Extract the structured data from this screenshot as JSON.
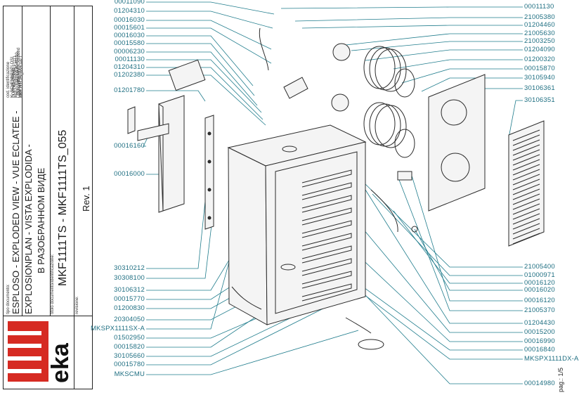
{
  "title_block": {
    "doc_type_label": "tipo documento:",
    "doc_type_line1": "ESPLOSO - EXPLODED VIEW - VUE ECLATEE -",
    "doc_type_line2": "EXPLOSIONPLAN - VISTA EXPLODIDA -",
    "doc_type_line3": "В РАЗОБРАННОМ ВИДЕ",
    "doc_id_label": "titolo documento/identificazione:",
    "doc_id": "MKF1111TS - MKF1111TS_055",
    "revision_label": "revisione:",
    "revision": "Rev. 1",
    "ident_code_label": "cod. identificazione",
    "ident_lines": [
      "K: SCHEMI/ESPLOSI",
      "FORNI/FORNO",
      "ELETTRICO/MKF1111",
      "Forno Elettrico 40-60-90-",
      "LEka Linea MKF/Exploded",
      "view MKF1111TS",
      "MKF1111TS_055 rev.1"
    ],
    "logo_text": "eka"
  },
  "page_number": "pag.: 1/5",
  "colors": {
    "label": "#1f6f82",
    "leader": "#1f7c8c",
    "logo_red": "#d62a22"
  },
  "labels_left": [
    "00011090",
    "01204310",
    "00016030",
    "00015601",
    "00016030",
    "00015580",
    "00006230",
    "00011130",
    "01204310",
    "01202380",
    "01201780",
    "00016160",
    "00016000",
    "30310212",
    "30308100",
    "30106312",
    "00015770",
    "01200830",
    "20304050",
    "MKSPX1111SX-A",
    "01502950",
    "00015820",
    "30105660",
    "00015780",
    "MKSCMU"
  ],
  "labels_right": [
    "00011130",
    "21005380",
    "01204460",
    "21005630",
    "21003250",
    "01204090",
    "01200320",
    "00015870",
    "30105940",
    "30106361",
    "30106351",
    "21005400",
    "01000971",
    "00016120",
    "00016020",
    "00016120",
    "21005370",
    "01204430",
    "00015200",
    "00016990",
    "00016840",
    "MKSPX1111DX-A",
    "00014980"
  ]
}
